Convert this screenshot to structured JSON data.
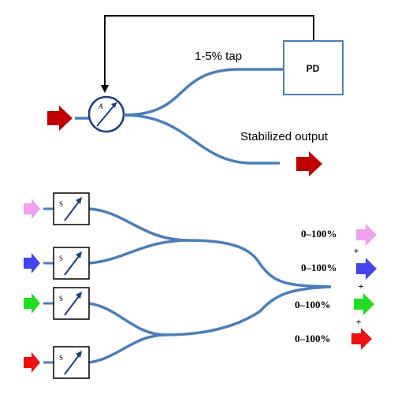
{
  "top": {
    "tap_label": "1-5% tap",
    "detector_label": "PD",
    "attenuator_label": "A",
    "output_label": "Stabilized output"
  },
  "bottom": {
    "channels": [
      {
        "color_name": "pink",
        "color": "#f2a0f0",
        "switch_label": "S",
        "output_label": "0–100%"
      },
      {
        "color_name": "blue",
        "color": "#4444ee",
        "switch_label": "S",
        "output_label": "0–100%"
      },
      {
        "color_name": "green",
        "color": "#22dd22",
        "switch_label": "S",
        "output_label": "0–100%"
      },
      {
        "color_name": "red",
        "color": "#ee1111",
        "switch_label": "S",
        "output_label": "0–100%"
      }
    ],
    "plus_signs": [
      "+",
      "+",
      "+"
    ]
  },
  "colors": {
    "fiber": "#4a7ebb",
    "box_stroke": "#4a7ebb",
    "input_arrow": "#c00000",
    "feedback_line": "#000000"
  },
  "icons": [
    "arrow-right-icon",
    "attenuator-dial-icon",
    "photodetector-box",
    "switch-icon"
  ]
}
